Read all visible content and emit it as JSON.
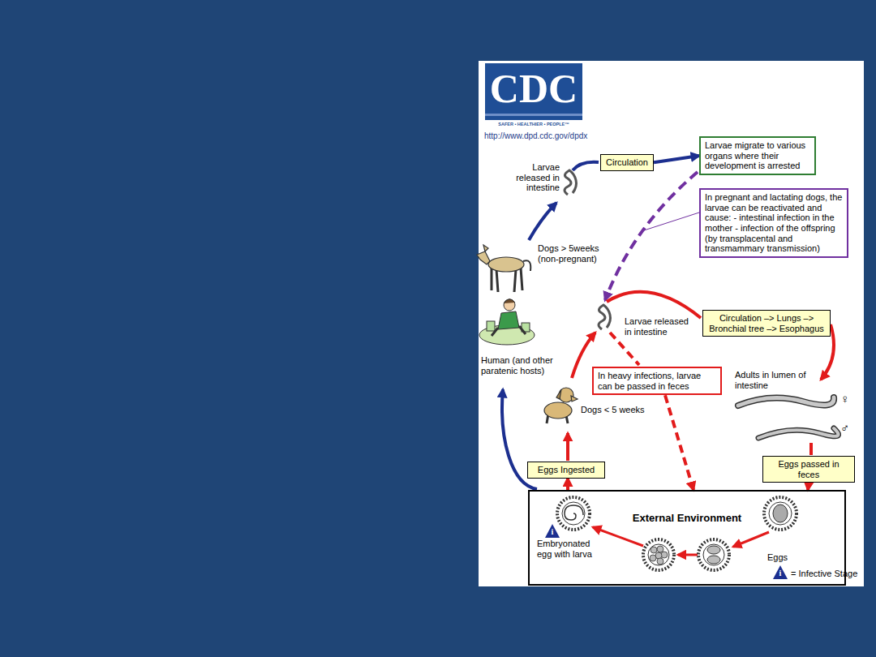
{
  "diagram": {
    "nodes": [
      {
        "text": [
          "Circulation"
        ]
      },
      {
        "text": [
          "Larvae migrate to various organs where their development is arrested"
        ]
      },
      {
        "text": [
          "In pregnant and lactating dogs, the larvae can be reactivated and cause: - intestinal infection in the mother - infection of the offspring (by transplacental and transmammary transmission)"
        ]
      },
      {
        "text": [
          "Circulation –> Lungs –> Bronchial tree –> Esophagus"
        ]
      },
      {
        "text": [
          "In heavy infections, larvae can be passed in feces"
        ]
      },
      {
        "text": [
          "Eggs Ingested"
        ]
      },
      {
        "text": [
          "Eggs passed in feces"
        ]
      },
      {
        "text": [
          "External Environment"
        ]
      }
    ],
    "edges": [
      {
        "from": 0,
        "to": 1,
        "arrow": "to"
      },
      {
        "from": 4,
        "to": 7,
        "arrow": "to"
      },
      {
        "from": 6,
        "to": 7,
        "arrow": "to"
      },
      {
        "from": 7,
        "to": 5,
        "arrow": "to"
      }
    ],
    "labels": [
      "CDC",
      "SAFER • HEALTHIER • PEOPLE™",
      "http://www.dpd.cdc.gov/dpdx",
      "Larvae released in intestine",
      "Dogs > 5weeks (non-pregnant)",
      "Larvae released in intestine",
      "Human (and other paratenic hosts)",
      "Adults in lumen of intestine",
      "♀",
      "♂",
      "Dogs < 5 weeks",
      "i",
      "Embryonated egg with larva",
      "Eggs",
      "i",
      "= Infective Stage"
    ]
  }
}
